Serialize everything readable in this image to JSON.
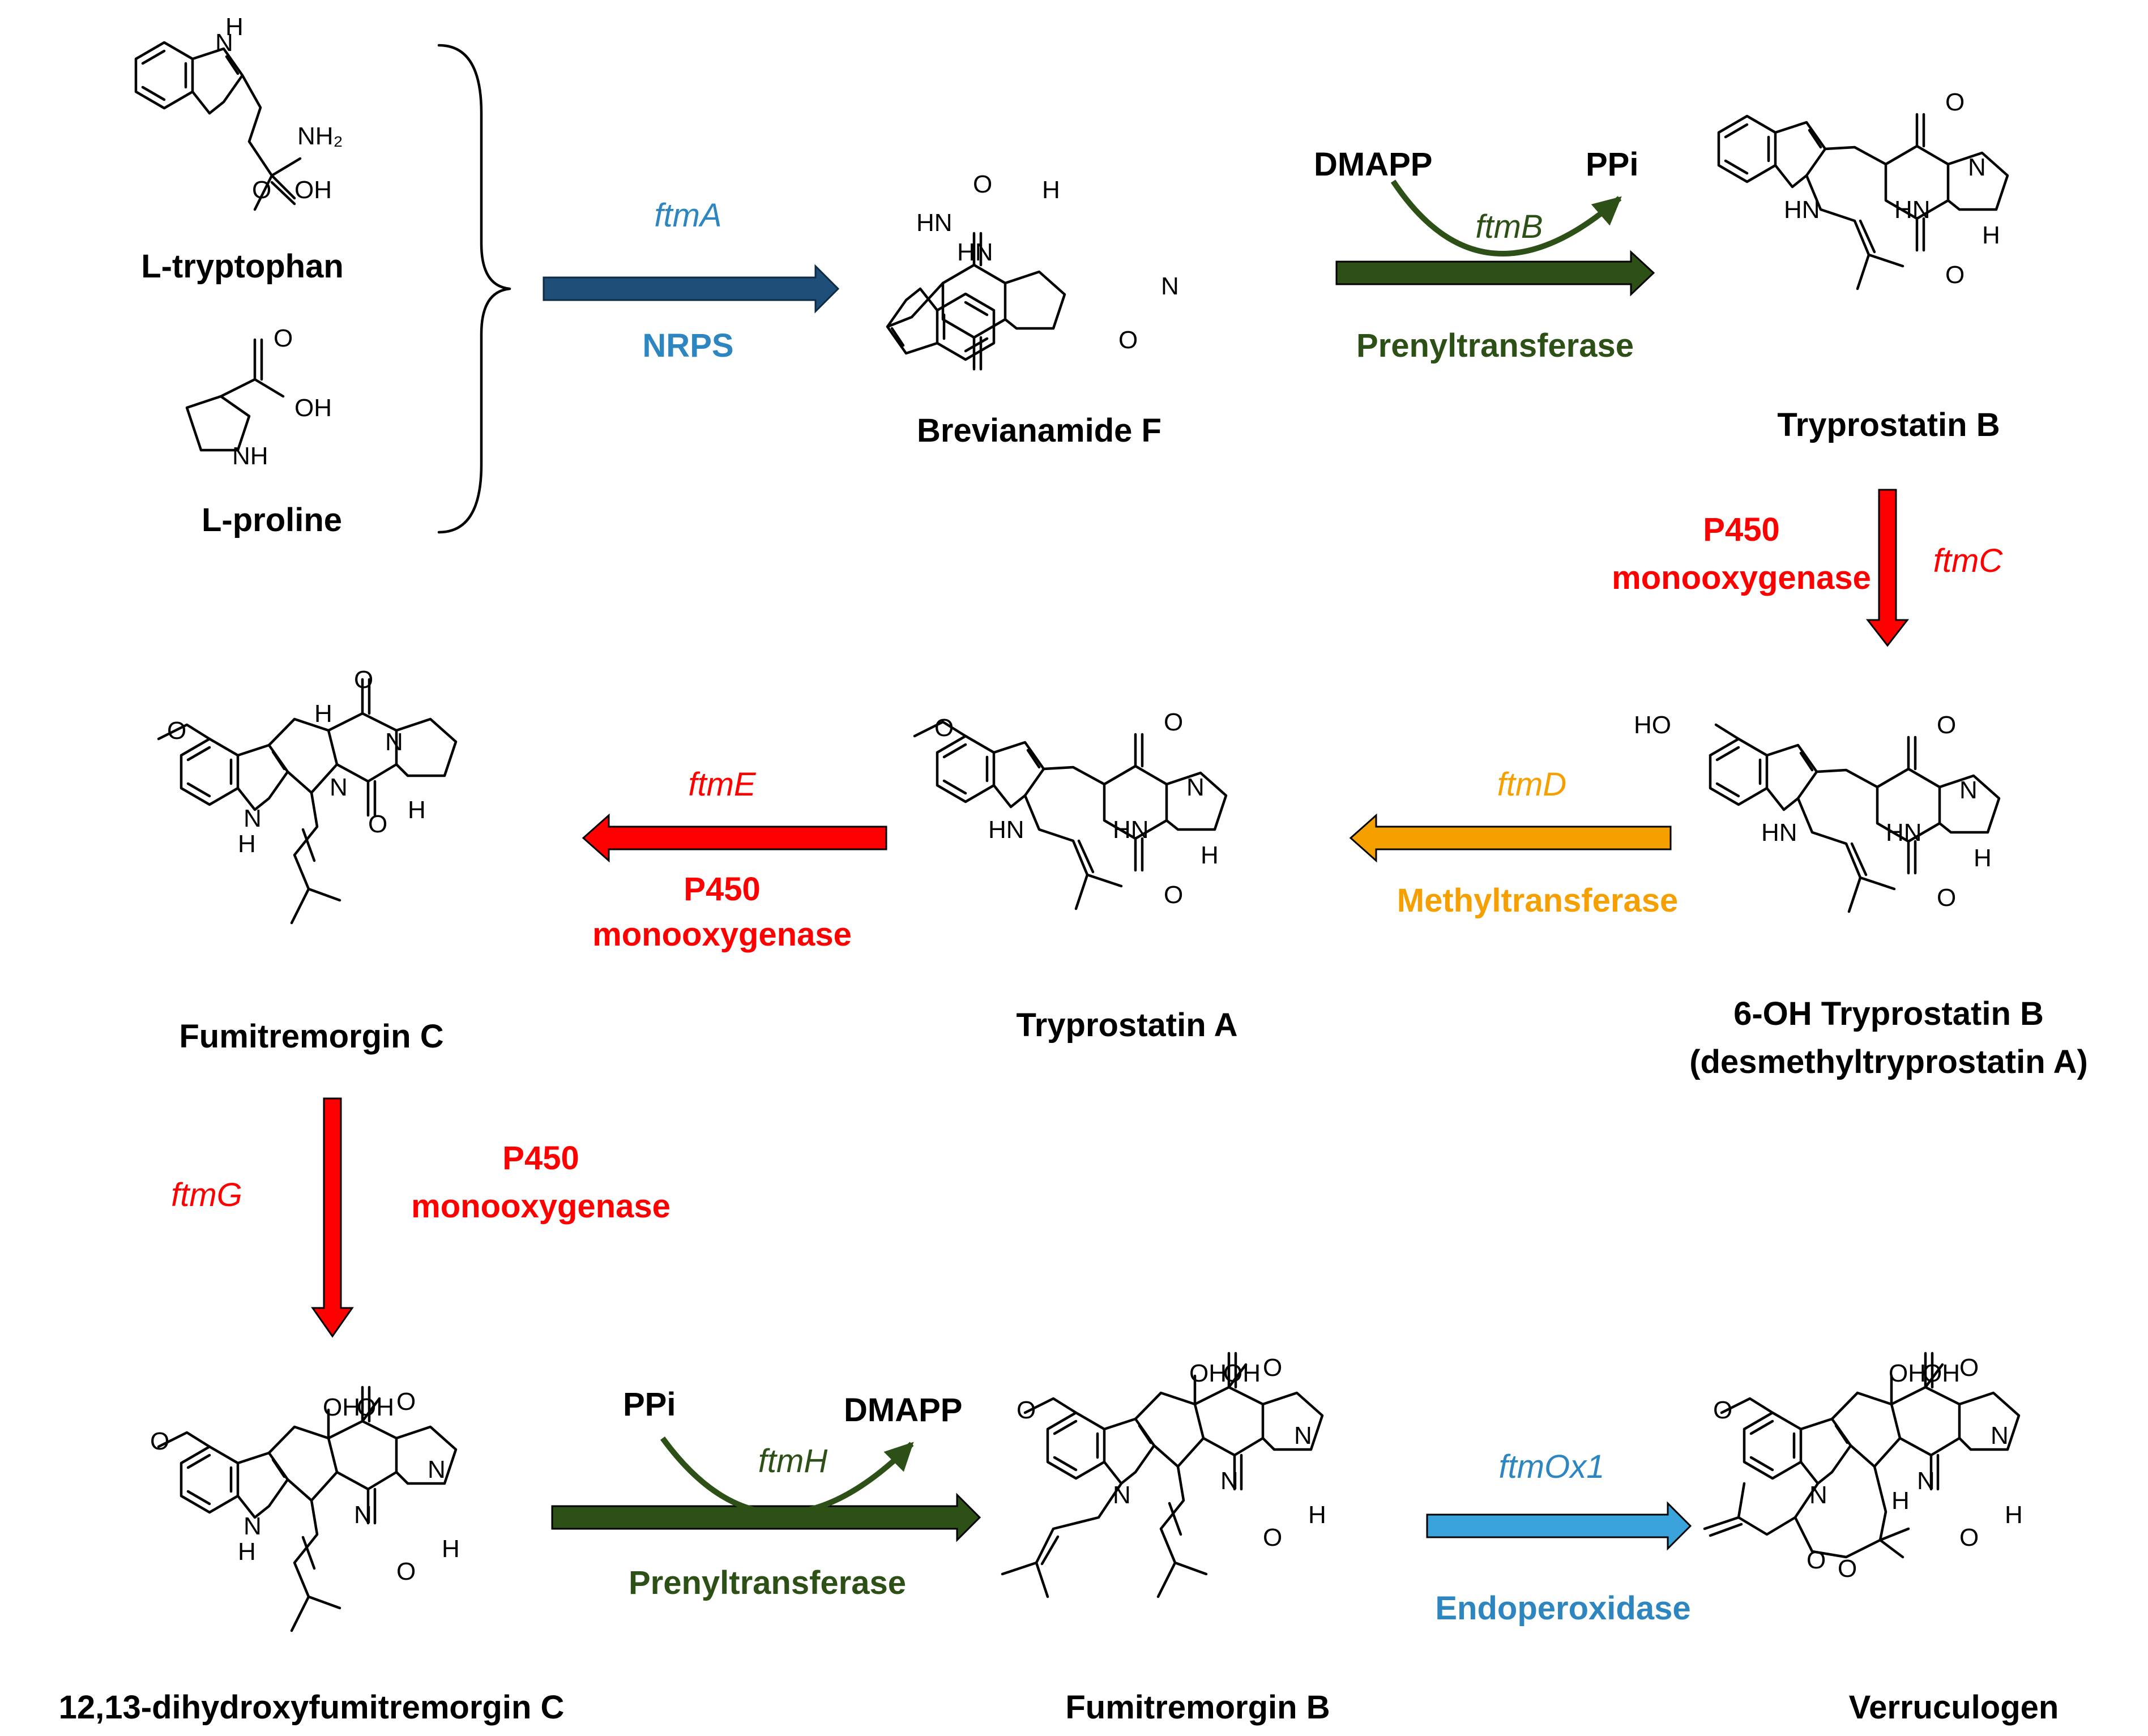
{
  "colors": {
    "nrps": "#1f4e79",
    "nrps_text": "#2e86c1",
    "prenyl": "#2d5016",
    "p450": "#ff0000",
    "methyl": "#f5a000",
    "endo": "#3aa3dc",
    "endo_text": "#2e86c1"
  },
  "compounds": {
    "trp": "L-tryptophan",
    "pro": "L-proline",
    "brevF": "Brevianamide F",
    "trypB": "Tryprostatin B",
    "ohTrypB_1": "6-OH Tryprostatin B",
    "ohTrypB_2": "(desmethyltryprostatin A)",
    "trypA": "Tryprostatin A",
    "fumC": "Fumitremorgin C",
    "dihydroxy": "12,13-dihydroxyfumitremorgin C",
    "fumB": "Fumitremorgin B",
    "verr": "Verruculogen"
  },
  "steps": {
    "s1": {
      "gene": "ftmA",
      "enzyme": "NRPS"
    },
    "s2": {
      "gene": "ftmB",
      "enzyme": "Prenyltransferase",
      "in": "DMAPP",
      "out": "PPi"
    },
    "s3": {
      "gene": "ftmC",
      "enzyme_1": "P450",
      "enzyme_2": "monooxygenase"
    },
    "s4": {
      "gene": "ftmD",
      "enzyme": "Methyltransferase"
    },
    "s5": {
      "gene": "ftmE",
      "enzyme_1": "P450",
      "enzyme_2": "monooxygenase"
    },
    "s6": {
      "gene": "ftmG",
      "enzyme_1": "P450",
      "enzyme_2": "monooxygenase"
    },
    "s7": {
      "gene": "ftmH",
      "enzyme": "Prenyltransferase",
      "in": "PPi",
      "out": "DMAPP"
    },
    "s8": {
      "gene": "ftmOx1",
      "enzyme": "Endoperoxidase"
    }
  },
  "atoms": {
    "nh": "NH",
    "hn": "HN",
    "h": "H",
    "o": "O",
    "n": "N",
    "oh": "OH",
    "ho": "HO",
    "nh2": "NH₂"
  }
}
